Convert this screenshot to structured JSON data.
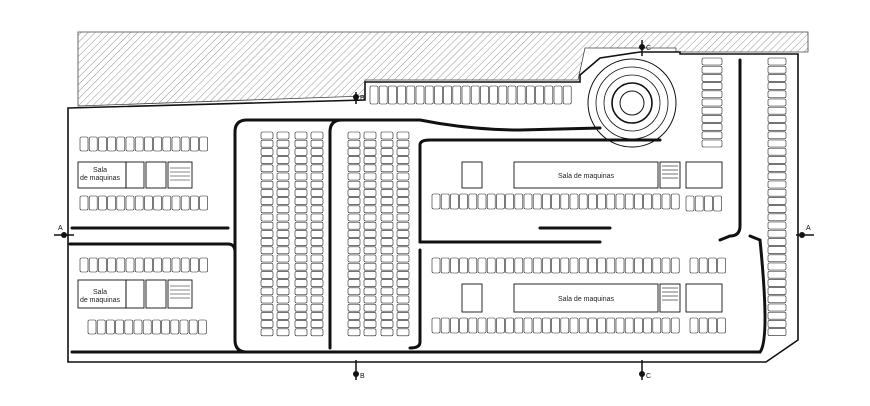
{
  "plan": {
    "machine_rooms": [
      {
        "id": "left-upper",
        "lines": [
          "Sala",
          "de maquinas"
        ]
      },
      {
        "id": "left-lower",
        "lines": [
          "Sala",
          "de maquinas"
        ]
      },
      {
        "id": "right-upper",
        "lines": [
          "Sala de maquinas"
        ]
      },
      {
        "id": "right-lower",
        "lines": [
          "Sala de maquinas"
        ]
      }
    ],
    "section_markers": [
      {
        "id": "marker-a-left",
        "letter": "A"
      },
      {
        "id": "marker-a-right",
        "letter": "A"
      },
      {
        "id": "marker-b-top",
        "letter": "B"
      },
      {
        "id": "marker-b-bottom",
        "letter": "B"
      },
      {
        "id": "marker-c-top",
        "letter": "C"
      },
      {
        "id": "marker-c-bottom",
        "letter": "C"
      }
    ],
    "colors": {
      "line": "#111111",
      "hatch": "#666666",
      "background": "#ffffff"
    }
  }
}
